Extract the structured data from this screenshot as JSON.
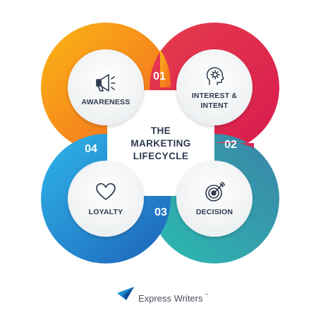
{
  "diagram": {
    "center_title": [
      "THE",
      "MARKETING",
      "LIFECYCLE"
    ],
    "stages": [
      {
        "number": "01",
        "label": [
          "AWARENESS"
        ],
        "icon": "megaphone-icon",
        "colors": [
          "#f9a11b",
          "#f26b21"
        ]
      },
      {
        "number": "02",
        "label": [
          "INTEREST &",
          "INTENT"
        ],
        "icon": "gear-head-icon",
        "colors": [
          "#e8334a",
          "#c2185b"
        ]
      },
      {
        "number": "03",
        "label": [
          "DECISION"
        ],
        "icon": "target-icon",
        "colors": [
          "#2ab3a6",
          "#3aa0c0"
        ]
      },
      {
        "number": "04",
        "label": [
          "LOYALTY"
        ],
        "icon": "heart-icon",
        "colors": [
          "#2aa7e0",
          "#1f6fc2"
        ]
      }
    ]
  },
  "brand": {
    "name": "Express Writers",
    "trademark": "™",
    "logo_icon": "paper-plane-icon",
    "logo_colors": [
      "#1a9ad9",
      "#1565b0"
    ]
  }
}
